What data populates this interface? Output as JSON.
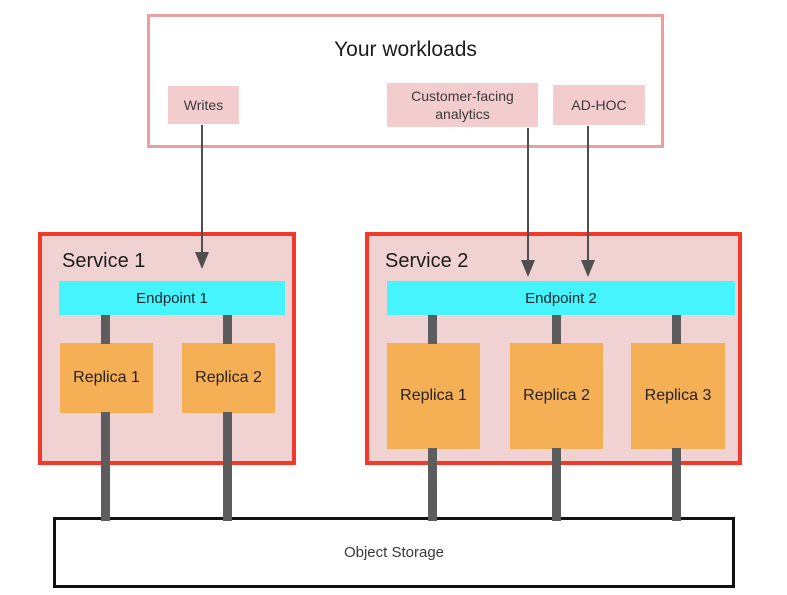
{
  "colors": {
    "salmon": "#e9a0a2",
    "chip": "#f3cdce",
    "serviceFill": "#f0d2d2",
    "serviceBorder": "#f23a28",
    "cyan": "#45f4fc",
    "orange": "#f5b055",
    "pipe": "#5d5d5d",
    "arrow": "#4f4f4f",
    "storageBorder": "#111111",
    "ink": "#1c1c1c",
    "label": "#3a3a3a"
  },
  "workloads": {
    "title": "Your workloads",
    "items": [
      {
        "id": "writes",
        "label": "Writes"
      },
      {
        "id": "analytics",
        "label": "Customer-facing analytics"
      },
      {
        "id": "adhoc",
        "label": "AD-HOC"
      }
    ]
  },
  "services": [
    {
      "title": "Service 1",
      "endpoint": "Endpoint 1",
      "replicas": [
        "Replica 1",
        "Replica 2"
      ]
    },
    {
      "title": "Service 2",
      "endpoint": "Endpoint 2",
      "replicas": [
        "Replica 1",
        "Replica 2",
        "Replica 3"
      ]
    }
  ],
  "storage": {
    "label": "Object Storage"
  }
}
